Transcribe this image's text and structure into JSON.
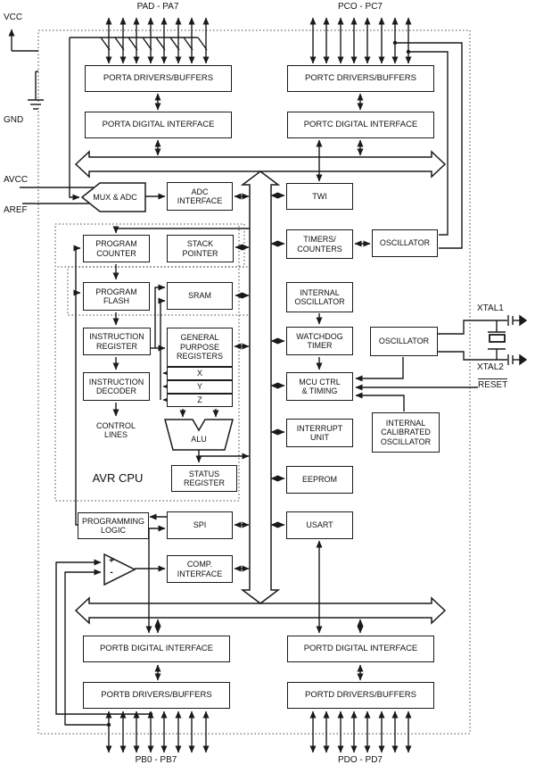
{
  "colors": {
    "line": "#1a1a1a",
    "background": "#ffffff"
  },
  "pin_groups": {
    "porta": "PAD - PA7",
    "portc": "PCO - PC7",
    "portb": "PB0 - PB7",
    "portd": "PDO - PD7"
  },
  "power_pins": {
    "vcc": "VCC",
    "gnd": "GND",
    "avcc": "AVCC",
    "aref": "AREF"
  },
  "clock_pins": {
    "xtal1": "XTAL1",
    "xtal2": "XTAL2",
    "reset": "RESET"
  },
  "blocks": {
    "porta_drivers": "PORTA DRIVERS/BUFFERS",
    "porta_digital": "PORTA DIGITAL INTERFACE",
    "portc_drivers": "PORTC DRIVERS/BUFFERS",
    "portc_digital": "PORTC DIGITAL INTERFACE",
    "mux_adc": "MUX & ADC",
    "adc_interface": "ADC\nINTERFACE",
    "twi": "TWI",
    "timers": "TIMERS/\nCOUNTERS",
    "oscillator_timer": "OSCILLATOR",
    "program_counter": "PROGRAM\nCOUNTER",
    "stack_pointer": "STACK\nPOINTER",
    "program_flash": "PROGRAM\nFLASH",
    "sram": "SRAM",
    "internal_oscillator": "INTERNAL\nOSCILLATOR",
    "instruction_register": "INSTRUCTION\nREGISTER",
    "gpr": "GENERAL\nPURPOSE\nREGISTERS",
    "reg_x": "X",
    "reg_y": "Y",
    "reg_z": "Z",
    "oscillator_main": "OSCILLATOR",
    "watchdog": "WATCHDOG\nTIMER",
    "instruction_decoder": "INSTRUCTION\nDECODER",
    "mcu_ctrl": "MCU CTRL\n& TIMING",
    "control_lines": "CONTROL\nLINES",
    "interrupt_unit": "INTERRUPT\nUNIT",
    "internal_cal_osc": "INTERNAL\nCALIBRATED\nOSCILLATOR",
    "alu": "ALU",
    "avr_cpu": "AVR CPU",
    "status_register": "STATUS\nREGISTER",
    "eeprom": "EEPROM",
    "programming_logic": "PROGRAMMING\nLOGIC",
    "spi": "SPI",
    "usart": "USART",
    "comp_interface": "COMP.\nINTERFACE",
    "comparator_plus": "+",
    "comparator_minus": "-",
    "portb_digital": "PORTB DIGITAL INTERFACE",
    "portb_drivers": "PORTB DRIVERS/BUFFERS",
    "portd_digital": "PORTD DIGITAL INTERFACE",
    "portd_drivers": "PORTD DRIVERS/BUFFERS"
  }
}
